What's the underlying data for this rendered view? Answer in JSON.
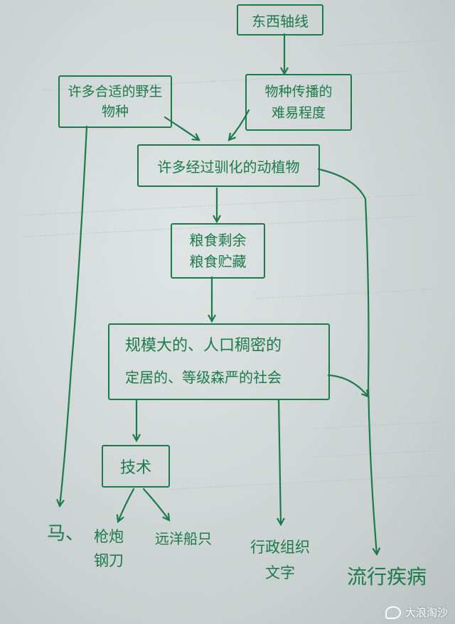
{
  "colors": {
    "ink": "#1d7a4c",
    "paper": "#d6dddc"
  },
  "nodes": {
    "axis": "东西轴线",
    "wild_species": [
      "许多合适的野生",
      "物种"
    ],
    "spread": [
      "物种传播的",
      "难易程度"
    ],
    "domesticated": "许多经过驯化的动植物",
    "surplus": [
      "粮食剩余",
      "粮食贮藏"
    ],
    "society": [
      "规模大的、人口稠密的",
      "定居的、等级森严的社会"
    ],
    "tech": "技术"
  },
  "outcomes": {
    "horse": "马、",
    "guns": [
      "枪炮",
      "钢刀"
    ],
    "ships": "远洋船只",
    "politics": [
      "行政组织",
      "文字"
    ],
    "disease": "流行疾病"
  },
  "watermark": "大浪淘沙"
}
